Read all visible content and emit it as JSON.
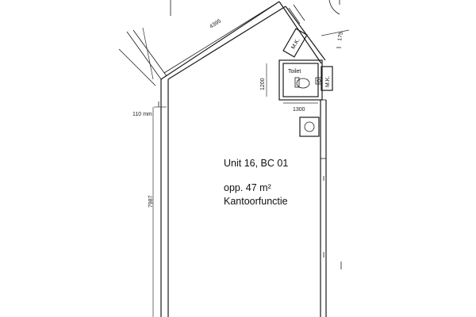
{
  "unit": {
    "title": "Unit  16, BC 01",
    "area": "opp. 47 m²",
    "function": "Kantoorfunctie"
  },
  "dimensions": {
    "diagonal_wall": "4395",
    "left_width": "110 mm",
    "height": "7987",
    "toilet_depth": "1200",
    "toilet_width": "1300",
    "top_right": "175"
  },
  "fixtures": {
    "toilet": "Toilet",
    "mk_upper": "M.K.",
    "mk_right": "M.K."
  }
}
